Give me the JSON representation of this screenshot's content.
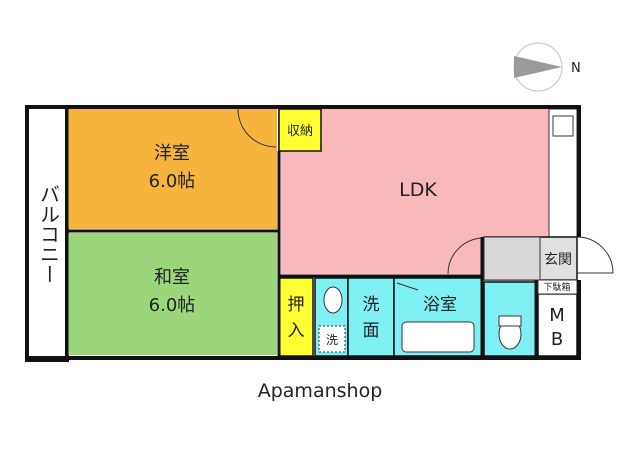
{
  "compass": {
    "label": "N"
  },
  "rooms": {
    "balcony": {
      "label": "バルコニー"
    },
    "western_room": {
      "name": "洋室",
      "size": "6.0帖"
    },
    "japanese_room": {
      "name": "和室",
      "size": "6.0帖"
    },
    "storage": {
      "label": "収納"
    },
    "closet": {
      "label_line1": "押",
      "label_line2": "入"
    },
    "ldk": {
      "label": "LDK"
    },
    "entrance": {
      "label": "玄関"
    },
    "shoe_box": {
      "label": "下駄箱"
    },
    "washroom": {
      "label_line1": "洗",
      "label_line2": "面"
    },
    "washer": {
      "label": "洗"
    },
    "bathroom": {
      "label": "浴室"
    },
    "meter_box": {
      "label_line1": "M",
      "label_line2": "B"
    }
  },
  "watermark": {
    "text": "Apamanshop"
  },
  "colors": {
    "western_room": "#f6b43c",
    "japanese_room": "#9bd67a",
    "ldk": "#f8b8bc",
    "storage": "#ffff33",
    "wet_area": "#7ff0f4",
    "entrance": "#e0e0e0",
    "wall": "#111111"
  }
}
